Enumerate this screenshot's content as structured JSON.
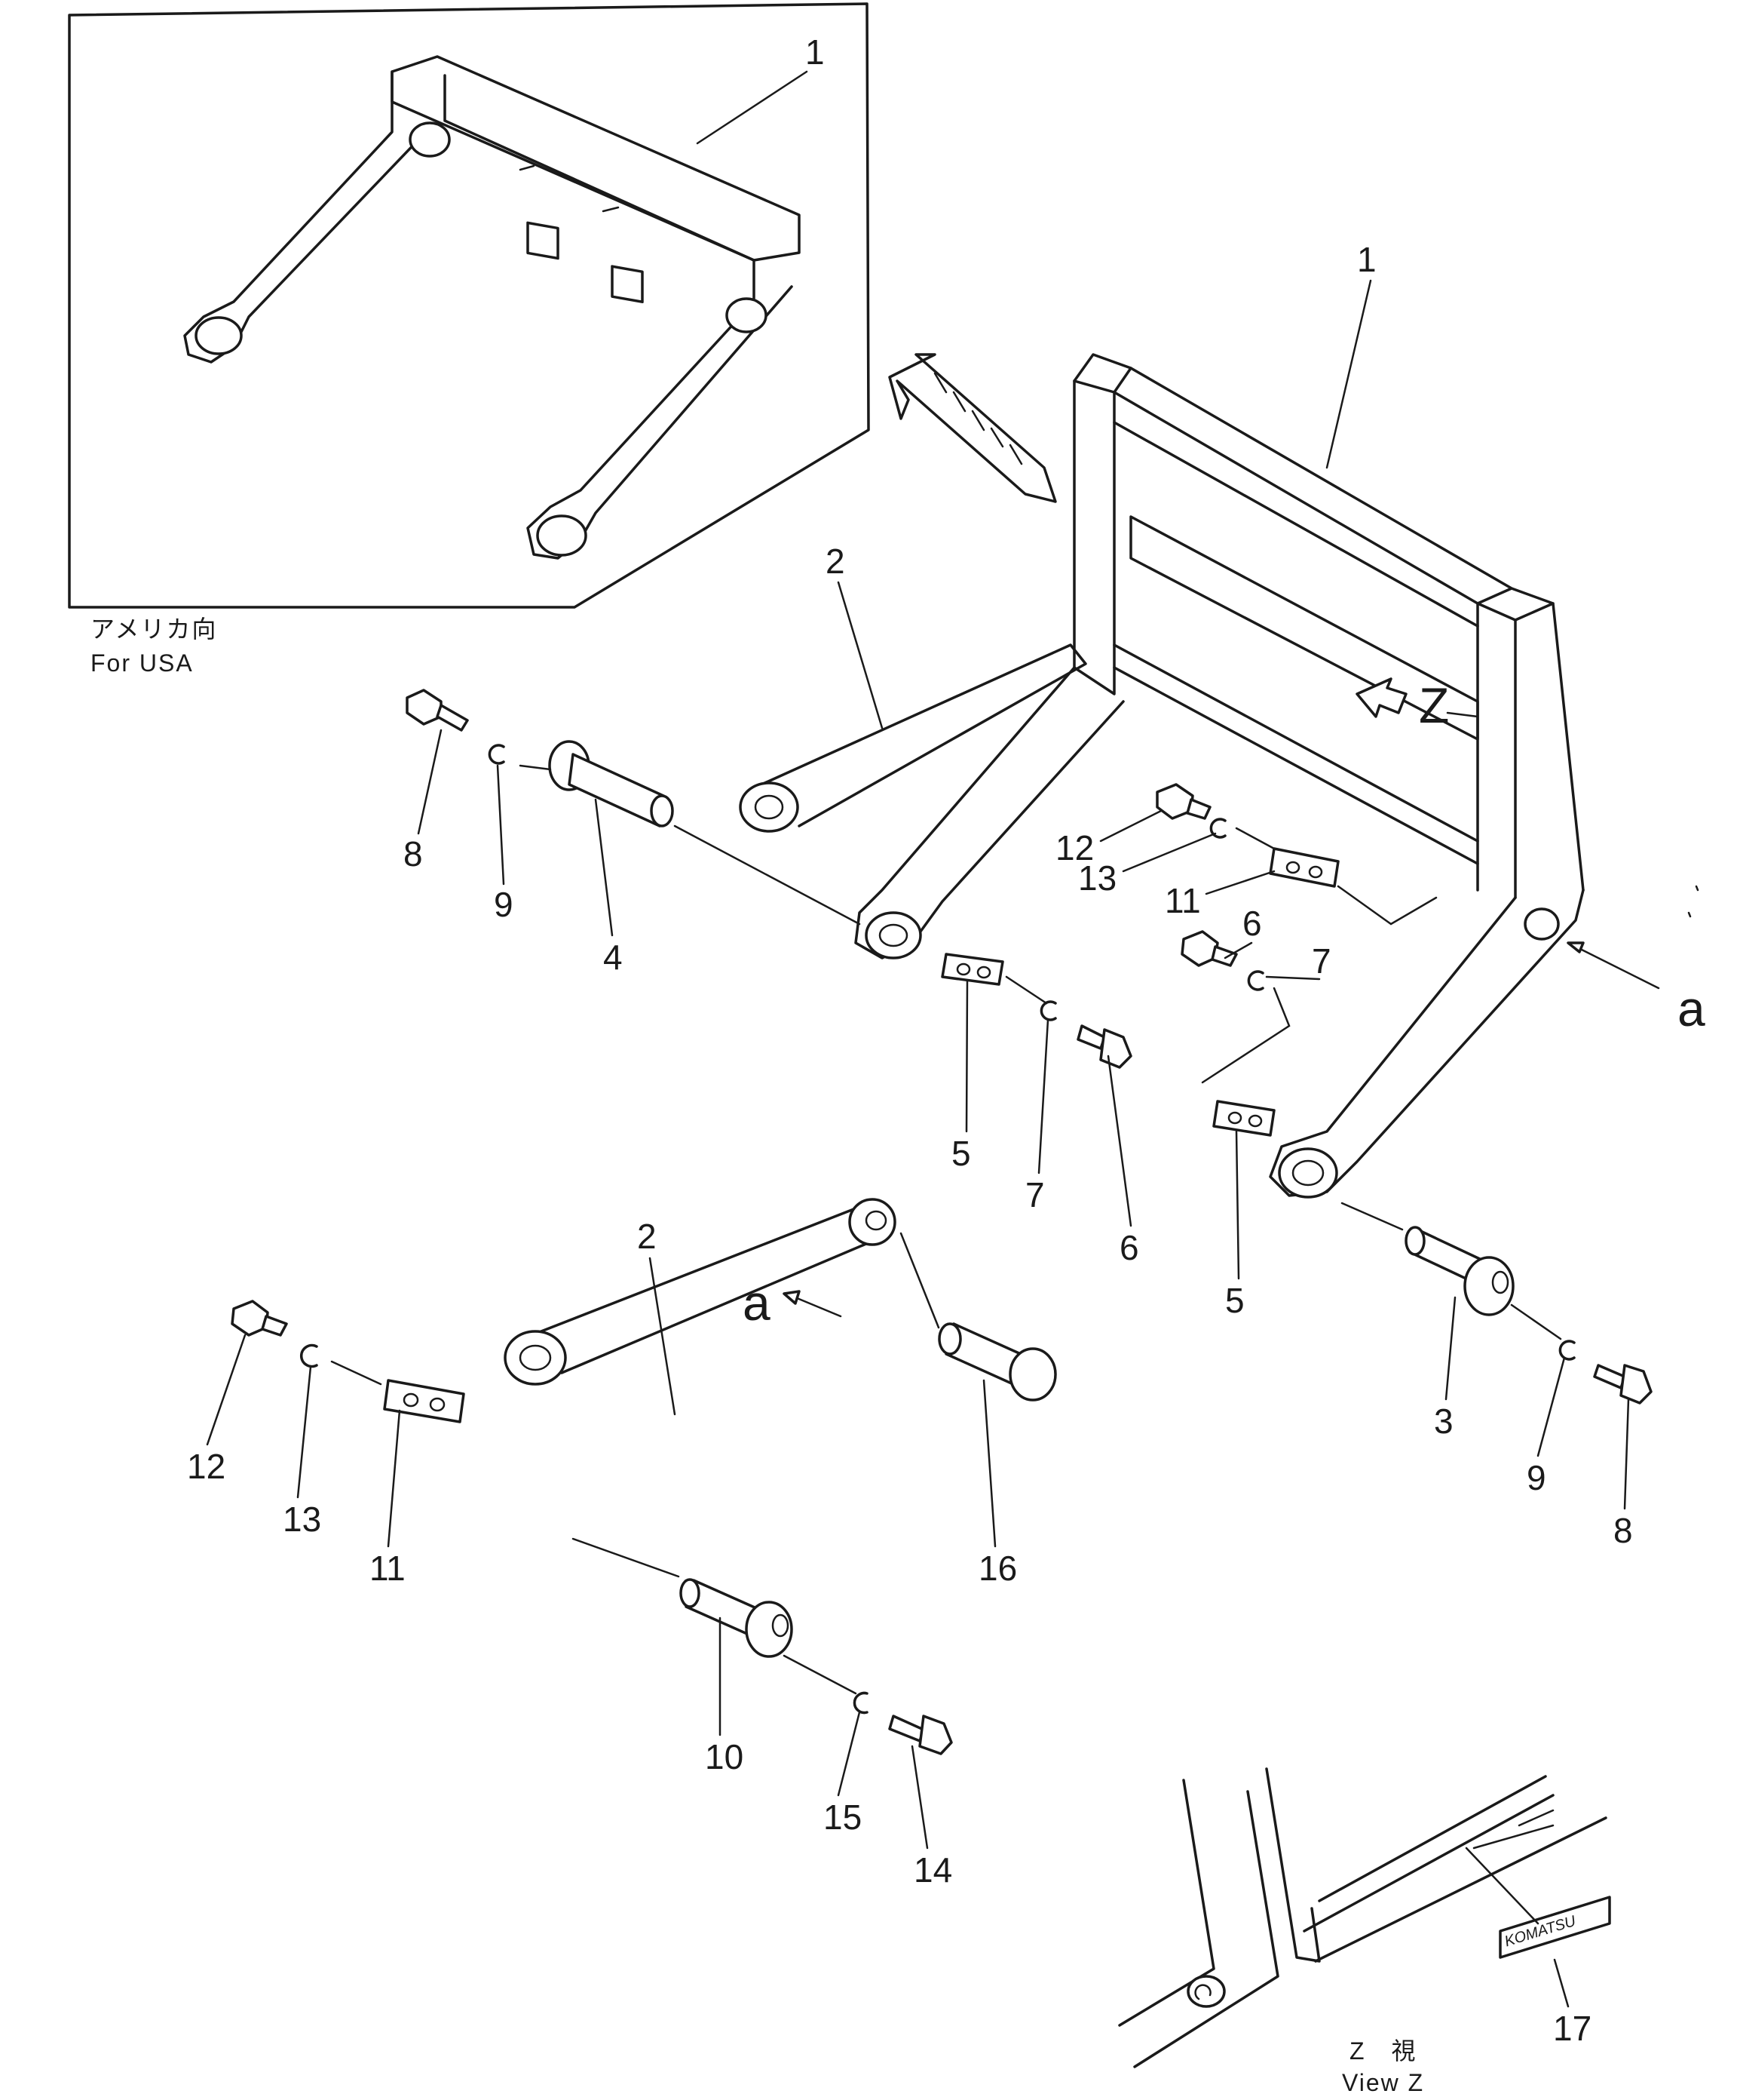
{
  "inset": {
    "caption_jp": "アメリカ向",
    "caption_en": "For USA",
    "callout": "1"
  },
  "callouts": {
    "frame_main": "1",
    "arm_upper": "2",
    "arm_lower": "2",
    "pin_right": "3",
    "pin_left": "4",
    "plate_mid": "5",
    "plate_right": "5",
    "bolt_mid": "6",
    "bolt_right": "6",
    "washer_mid": "7",
    "washer_right": "7",
    "bolt_left": "8",
    "bolt_far_right": "8",
    "washer_left": "9",
    "washer_far_right": "9",
    "pin_lower": "10",
    "plate_upper": "11",
    "plate_lower": "11",
    "bolt_upper": "12",
    "bolt_lower": "12",
    "washer_upper": "13",
    "washer_lower": "13",
    "bolt_pin_lower": "14",
    "washer_pin_lower": "15",
    "pin_arm_lower": "16",
    "nameplate": "17"
  },
  "letters": {
    "view_z": "Z",
    "connector_a_right": "a",
    "connector_a_lower": "a"
  },
  "nameplate_text": "KOMATSU",
  "view_caption": {
    "jp": "Z　視",
    "en": "View Z"
  }
}
